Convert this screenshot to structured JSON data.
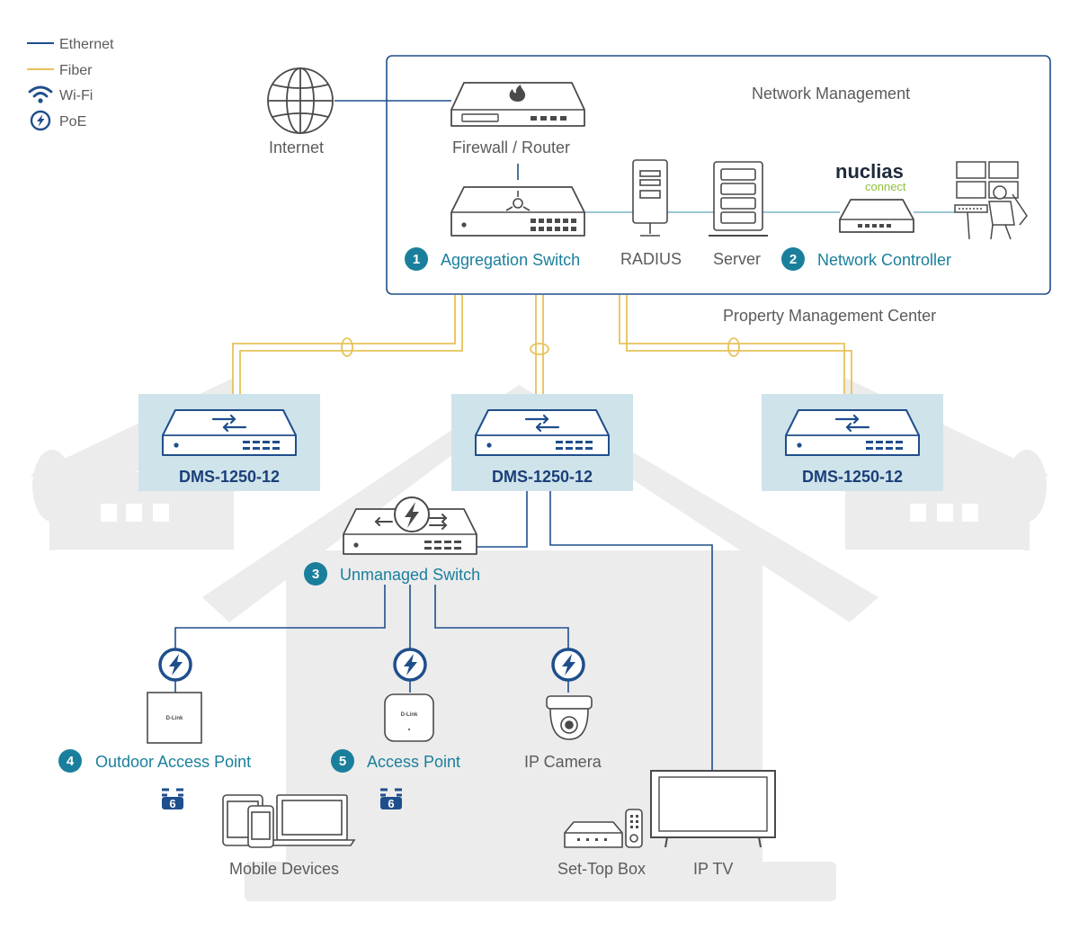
{
  "legend": {
    "ethernet": "Ethernet",
    "fiber": "Fiber",
    "wifi": "Wi-Fi",
    "poe": "PoE"
  },
  "colors": {
    "ethernet": "#1f4e8c",
    "fiber": "#e8c25a",
    "teal": "#1a7f9c",
    "dms_box": "#cfe3ea",
    "house": "#ececec",
    "device_stroke": "#4a4a4a"
  },
  "management": {
    "network_management": "Network Management",
    "property_center": "Property Management Center",
    "internet": "Internet",
    "firewall": "Firewall / Router",
    "radius": "RADIUS",
    "server": "Server",
    "aggregation": {
      "num": "1",
      "label": "Aggregation Switch"
    },
    "controller": {
      "num": "2",
      "label": "Network Controller"
    },
    "nuclias": {
      "brand": "nuclias",
      "sub": "connect"
    }
  },
  "dms": [
    {
      "label": "DMS-1250-12"
    },
    {
      "label": "DMS-1250-12"
    },
    {
      "label": "DMS-1250-12"
    }
  ],
  "unmanaged": {
    "num": "3",
    "label": "Unmanaged Switch"
  },
  "outdoor_ap": {
    "num": "4",
    "label": "Outdoor Access Point",
    "brand": "D-Link"
  },
  "access_point": {
    "num": "5",
    "label": "Access Point",
    "brand": "D-Link"
  },
  "ip_camera": "IP Camera",
  "mobile_devices": "Mobile Devices",
  "set_top_box": "Set-Top Box",
  "ip_tv": "IP TV",
  "wifi6_badge": "6"
}
